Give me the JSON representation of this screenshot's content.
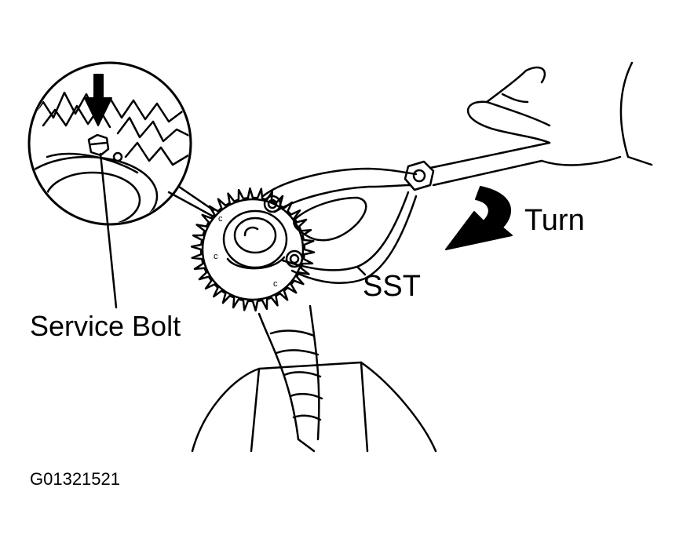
{
  "labels": {
    "turn": "Turn",
    "sst": "SST",
    "service_bolt": "Service Bolt",
    "figure_code": "G01321521"
  },
  "colors": {
    "ink": "#000000",
    "paper": "#ffffff"
  },
  "icons": [
    "down-arrow-icon",
    "curved-turn-arrow-icon"
  ]
}
